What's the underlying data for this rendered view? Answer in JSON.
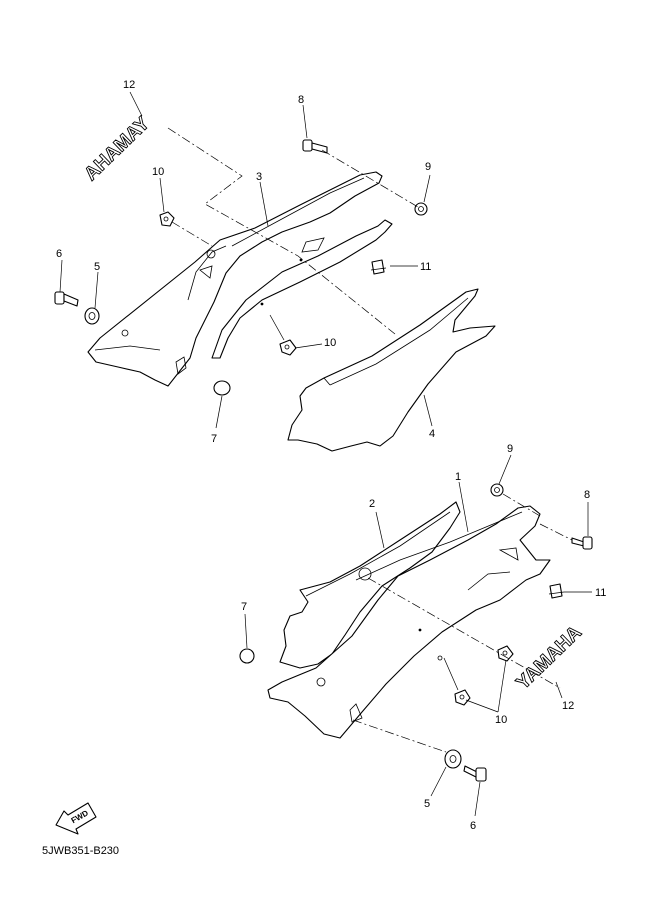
{
  "diagram": {
    "code": "5JWB351-B230",
    "logo_text": "YAMAHA",
    "fwd_label": "FWD",
    "callouts": {
      "c12_top": "12",
      "c8_top": "8",
      "c9_top": "9",
      "c10_top": "10",
      "c3": "3",
      "c6_top": "6",
      "c5_top": "5",
      "c11_top": "11",
      "c10_mid": "10",
      "c7_top": "7",
      "c4": "4",
      "c9_bot": "9",
      "c1": "1",
      "c8_bot": "8",
      "c2": "2",
      "c11_bot": "11",
      "c7_bot": "7",
      "c12_bot": "12",
      "c10_bot": "10",
      "c5_bot": "5",
      "c6_bot": "6"
    }
  }
}
